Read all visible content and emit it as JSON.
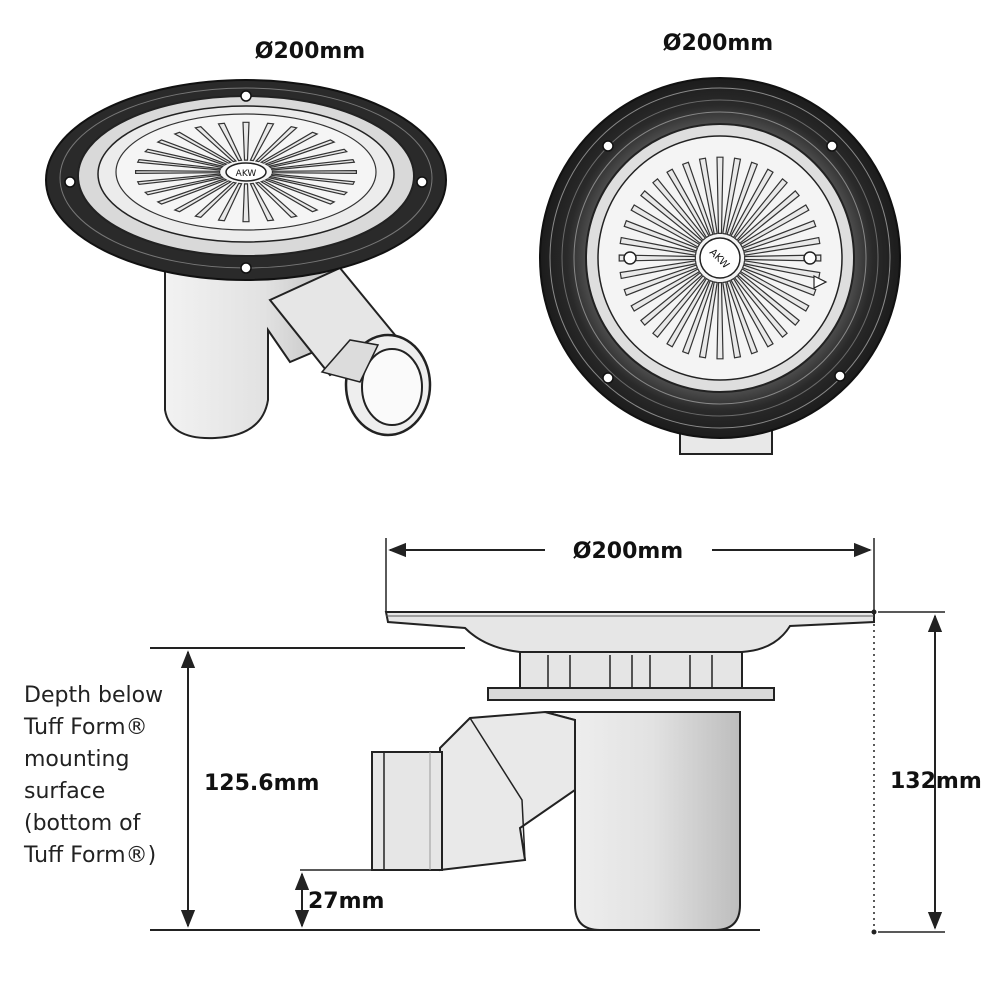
{
  "views": {
    "perspective": {
      "diameter_label": "Ø200mm"
    },
    "top": {
      "diameter_label": "Ø200mm"
    },
    "side": {
      "diameter_label": "Ø200mm",
      "depth_label": "125.6mm",
      "height_label": "132mm",
      "outlet_label": "27mm",
      "note_lines": [
        "Depth below",
        "Tuff Form®",
        "mounting",
        "surface",
        "(bottom of",
        "Tuff Form®)"
      ]
    }
  },
  "brand_mark": "AKW",
  "colors": {
    "line": "#222222",
    "dark_flange": "#2b2b2b",
    "plastic": "#e8e8e8",
    "shade": "#c9c9c9"
  }
}
